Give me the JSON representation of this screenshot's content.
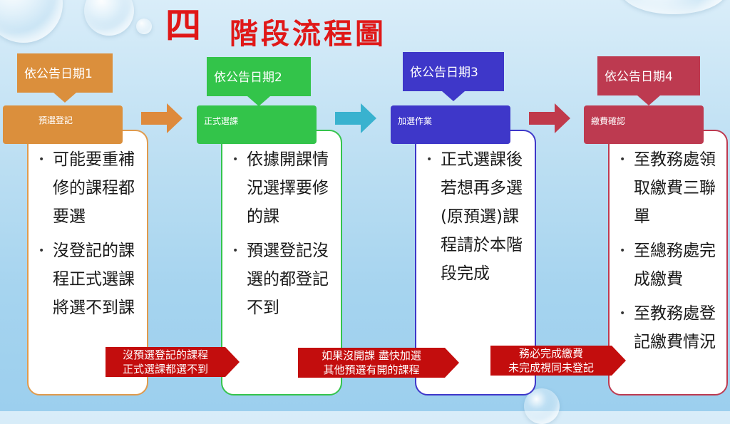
{
  "heading": {
    "number": "四",
    "title": "階段流程圖"
  },
  "colors": {
    "stage1": "#db8f3c",
    "stage2": "#33c44a",
    "stage3": "#3e37c9",
    "stage4": "#bd3a50",
    "arrow1": "#de8a3c",
    "arrow2": "#39b2cf",
    "arrow3": "#c03a4b",
    "note": "#c30d0d"
  },
  "stages": [
    {
      "date": "依公告日期1",
      "name": "預選登記",
      "items": [
        "可能要重補修的課程都要選",
        "沒登記的課程正式選課將選不到課"
      ]
    },
    {
      "date": "依公告日期2",
      "name": "正式選課",
      "items": [
        "依據開課情況選擇要修的課",
        "預選登記沒選的都登記不到"
      ]
    },
    {
      "date": "依公告日期3",
      "name": "加選作業",
      "items": [
        "正式選課後若想再多選(原預選)課程請於本階段完成"
      ]
    },
    {
      "date": "依公告日期4",
      "name": "繳費確認",
      "items": [
        "至教務處領取繳費三聯單",
        "至總務處完成繳費",
        "至教務處登記繳費情況"
      ]
    }
  ],
  "notes": [
    {
      "line1": "沒預選登記的課程",
      "line2": "正式選課都選不到"
    },
    {
      "line1": "如果沒開課 盡快加選",
      "line2": "其他預選有開的課程"
    },
    {
      "line1": "務必完成繳費",
      "line2": "未完成視同未登記"
    }
  ]
}
